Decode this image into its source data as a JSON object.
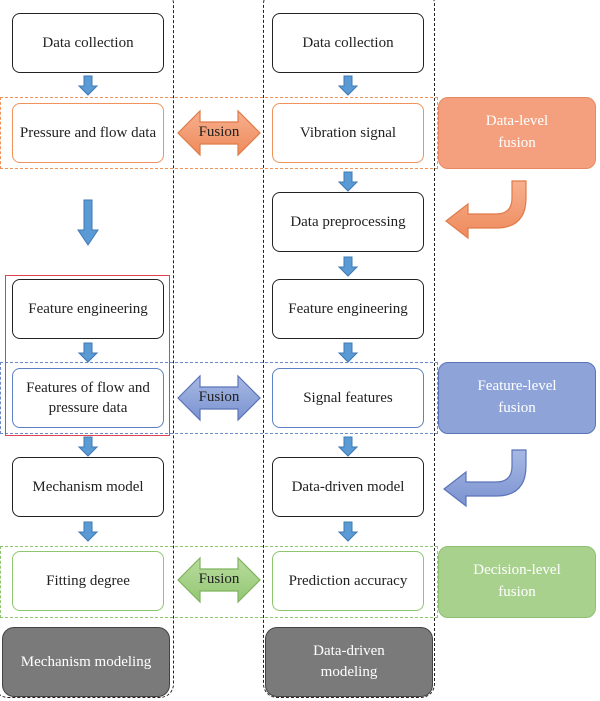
{
  "left_column": {
    "nodes": [
      {
        "text": "Data collection"
      },
      {
        "text": "Pressure and flow data"
      },
      {
        "text": "Feature engineering"
      },
      {
        "text": "Features of flow and pressure data"
      },
      {
        "text": "Mechanism model"
      },
      {
        "text": "Fitting degree"
      }
    ],
    "footer": "Mechanism modeling"
  },
  "right_column": {
    "nodes": [
      {
        "text": "Data collection"
      },
      {
        "text": "Vibration signal"
      },
      {
        "text": "Data preprocessing"
      },
      {
        "text": "Feature engineering"
      },
      {
        "text": "Signal features"
      },
      {
        "text": "Data-driven model"
      },
      {
        "text": "Prediction accuracy"
      }
    ],
    "footer": "Data-driven modeling"
  },
  "fusion_labels": [
    "Fusion",
    "Fusion",
    "Fusion"
  ],
  "levels": {
    "data": "Data-level fusion",
    "feature": "Feature-level fusion",
    "decision": "Decision-level fusion"
  },
  "colors": {
    "data_level": "#f4a07e",
    "feature_level": "#8ea4d9",
    "decision_level": "#a9d18e",
    "flow_arrow": "#5b9bd5",
    "footer": "#7a7a7a",
    "highlight": "#e04050"
  }
}
